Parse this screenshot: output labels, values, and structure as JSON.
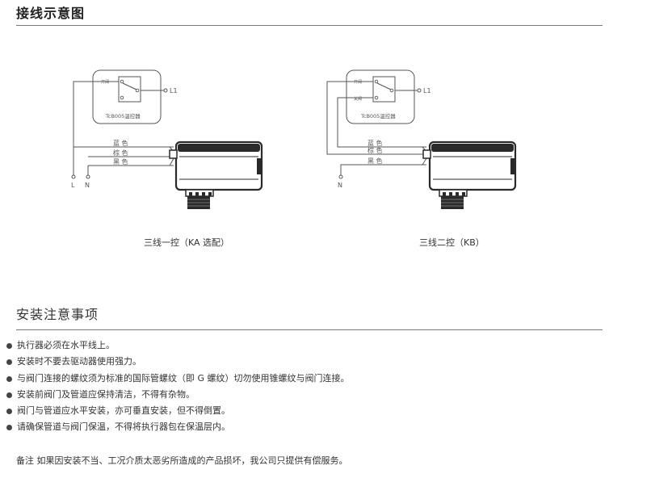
{
  "header": {
    "title": "接线示意图"
  },
  "diagram_ka": {
    "switch_label": "开阀",
    "thermostat_label": "TcB005温控器",
    "l1_label": "L1",
    "wire_blue": "蓝 色",
    "wire_brown": "棕 色",
    "wire_black": "黑 色",
    "terminal_l": "L",
    "terminal_n": "N",
    "caption": "三线一控（KA 选配）"
  },
  "diagram_kb": {
    "switch_open_label": "开阀",
    "switch_close_label": "关阀",
    "thermostat_label": "TcB005温控器",
    "l1_label": "L1",
    "wire_blue": "蓝 色",
    "wire_brown": "棕 色",
    "wire_black": "黑 色",
    "terminal_n": "N",
    "caption": "三线二控（KB）"
  },
  "notes_section": {
    "title": "安装注意事项",
    "items": [
      "执行器必须在水平线上。",
      "安装时不要去驱动器使用强力。",
      "与阀门连接的螺纹须为标准的国际管螺纹（即 G 螺纹）切勿使用锥螺纹与阀门连接。",
      "安装前阀门及管道应保持清洁，不得有杂物。",
      "阀门与管道应水平安装，亦可垂直安装，但不得倒置。",
      "请确保管道与阀门保温，不得将执行器包在保温层内。"
    ]
  },
  "remark": "备注 如果因安装不当、工况介质太恶劣所造成的产品损坏，我公司只提供有偿服务。",
  "colors": {
    "line": "#555555",
    "actuator": "#2a2a2a",
    "rule": "#7a7a7a"
  }
}
